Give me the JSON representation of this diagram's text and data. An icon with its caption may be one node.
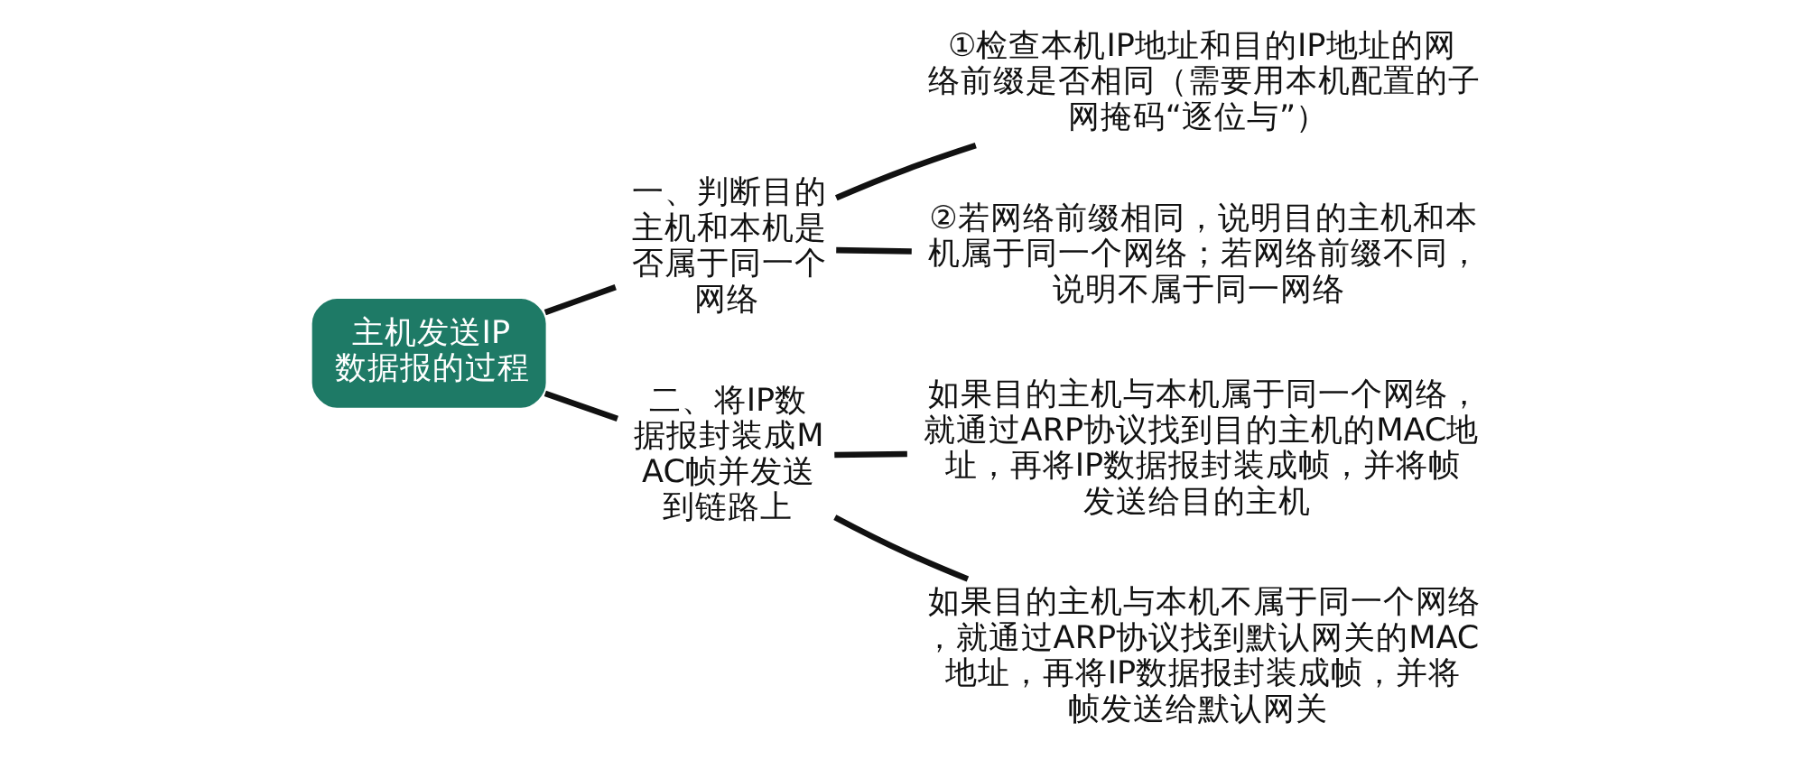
{
  "diagram": {
    "nodes": [
      {
        "text": [
          "主机发送IP数据报的过程"
        ]
      },
      {
        "text": [
          "一、判断目的主机和本机是否属于同一个网络"
        ]
      },
      {
        "text": [
          "①检查本机IP地址和目的IP地址的网络前缀是否相同（需要用本机配置的子网掩码“逐位与”）"
        ]
      },
      {
        "text": [
          "②若网络前缀相同，说明目的主机和本机属于同一个网络；若网络前缀不同，说明不属于同一网络"
        ]
      },
      {
        "text": [
          "二、将IP数据报封装成MAC帧并发送到链路上"
        ]
      },
      {
        "text": [
          "如果目的主机与本机属于同一个网络，就通过ARP协议找到目的主机的MAC地址，再将IP数据报封装成帧，并将帧发送给目的主机"
        ]
      },
      {
        "text": [
          "如果目的主机与本机不属于同一个网络，就通过ARP协议找到默认网关的MAC地址，再将IP数据报封装成帧，并将帧发送给默认网关"
        ]
      }
    ],
    "edges": [
      {
        "from": 0,
        "to": 1,
        "arrow": "none"
      },
      {
        "from": 0,
        "to": 4,
        "arrow": "none"
      },
      {
        "from": 1,
        "to": 2,
        "arrow": "none"
      },
      {
        "from": 1,
        "to": 3,
        "arrow": "none"
      },
      {
        "from": 4,
        "to": 5,
        "arrow": "none"
      },
      {
        "from": 4,
        "to": 6,
        "arrow": "none"
      }
    ]
  }
}
